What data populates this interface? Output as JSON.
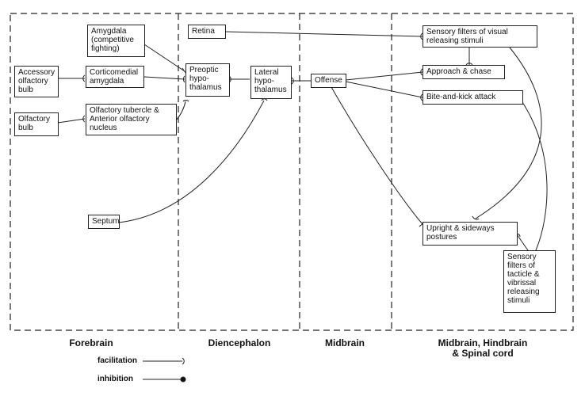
{
  "regions": {
    "forebrain": "Forebrain",
    "diencephalon": "Diencephalon",
    "midbrain": "Midbrain",
    "hindbrain_line1": "Midbrain, Hindbrain",
    "hindbrain_line2": "& Spinal cord"
  },
  "nodes": {
    "amygdala": "Amygdala (competitive fighting)",
    "accessory_olfactory_bulb": "Accessory olfactory bulb",
    "corticomedial_amygdala": "Corticomedial amygdala",
    "olfactory_bulb": "Olfactory bulb",
    "olfactory_tubercle": "Olfactory tubercle & Anterior olfactory nucleus",
    "septum": "Septum",
    "retina": "Retina",
    "preoptic_hypothalamus": "Preoptic hypo- thalamus",
    "lateral_hypothalamus": "Lateral hypo- thalamus",
    "offense": "Offense",
    "sensory_visual": "Sensory filters of visual releasing stimuli",
    "approach_chase": "Approach & chase",
    "bite_kick": "Bite-and-kick attack",
    "upright_postures": "Upright & sideways postures",
    "sensory_tactile": "Sensory filters of tacticle & vibrissal releasing stimuli"
  },
  "legend": {
    "facilitation": "facilitation",
    "inhibition": "inhibition"
  }
}
